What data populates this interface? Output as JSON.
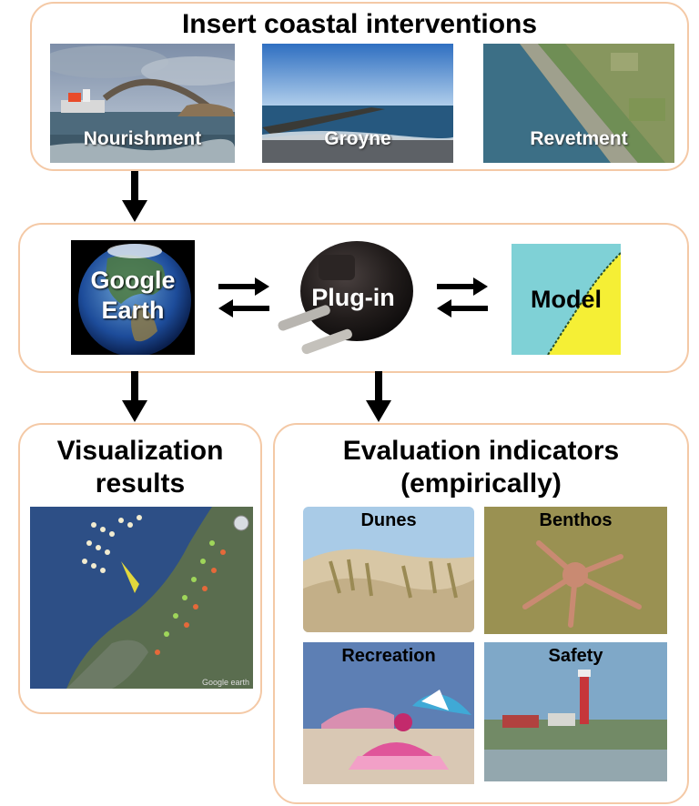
{
  "top": {
    "title": "Insert coastal interventions",
    "photos": [
      {
        "caption": "Nourishment"
      },
      {
        "caption": "Groyne"
      },
      {
        "caption": "Revetment"
      }
    ]
  },
  "middle": {
    "google_earth": "Google\nEarth",
    "plugin": "Plug-in",
    "model": "Model"
  },
  "left": {
    "title": "Visualization\nresults",
    "map_credit": "Google earth"
  },
  "right": {
    "title": "Evaluation indicators\n(empirically)",
    "photos": [
      {
        "caption": "Dunes"
      },
      {
        "caption": "Benthos"
      },
      {
        "caption": "Recreation"
      },
      {
        "caption": "Safety"
      }
    ]
  }
}
